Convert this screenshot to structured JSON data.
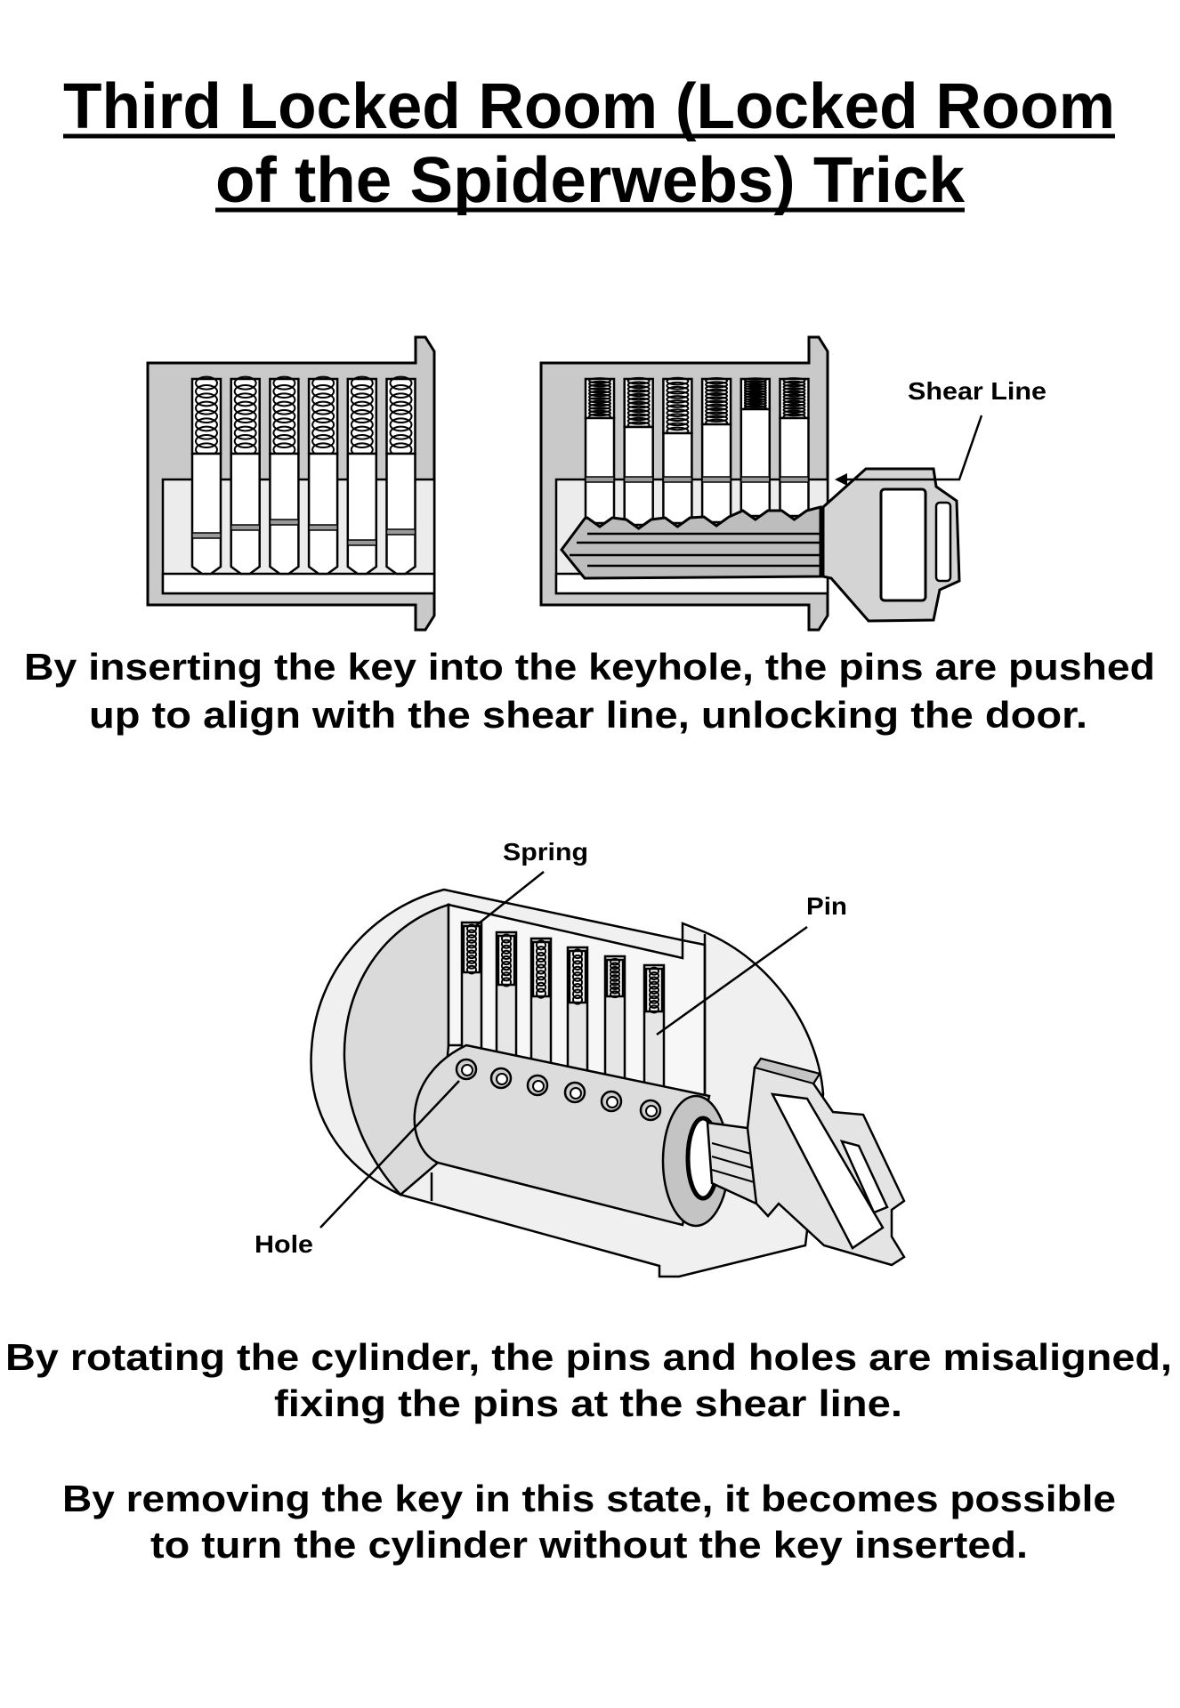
{
  "title": {
    "line1": "Third Locked Room (Locked Room",
    "line2": "of the Spiderwebs) Trick"
  },
  "diagram1": {
    "shear_line_label": "Shear Line",
    "caption": [
      "By inserting the key into the keyhole, the pins are pushed",
      "up to align with the shear line, unlocking the door."
    ]
  },
  "diagram2": {
    "spring_label": "Spring",
    "pin_label": "Pin",
    "hole_label": "Hole",
    "caption": [
      "By rotating the cylinder, the pins and holes are misaligned,",
      "fixing the pins at the shear line."
    ]
  },
  "conclusion": [
    "By removing the key in this state, it becomes possible",
    "to turn the cylinder without the key inserted."
  ]
}
